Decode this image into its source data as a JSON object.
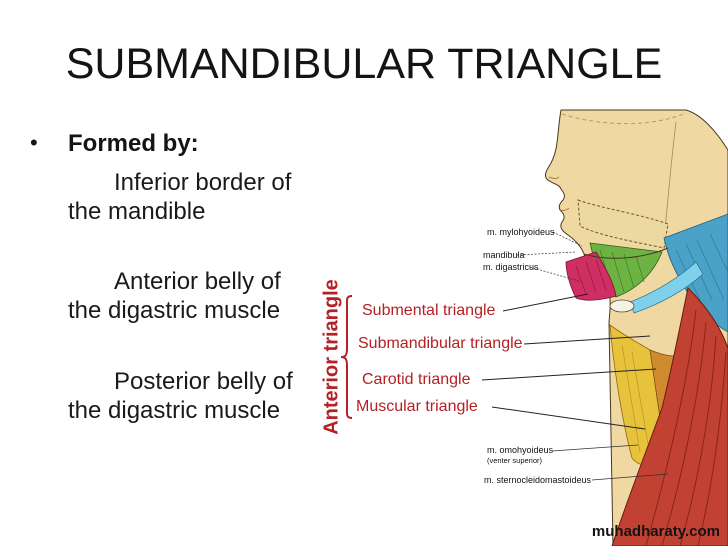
{
  "colors": {
    "accent_red": "#b52025",
    "title_color": "#141414"
  },
  "title": "SUBMANDIBULAR TRIANGLE",
  "body": {
    "bullet": "•",
    "heading": "Formed by:",
    "items": [
      {
        "line1": "Inferior border of",
        "line2": "the mandible"
      },
      {
        "line1": "Anterior belly of",
        "line2": "the digastric muscle"
      },
      {
        "line1": "Posterior belly of",
        "line2": "the digastric muscle"
      }
    ]
  },
  "labels": {
    "vertical": "Anterior triangle",
    "triangles": [
      {
        "label": "Submental triangle"
      },
      {
        "label": "Submandibular triangle"
      },
      {
        "label": "Carotid triangle"
      },
      {
        "label": "Muscular triangle"
      }
    ]
  },
  "anatomy": {
    "mylohyoideus": "m. mylohyoideus",
    "mandibula": "mandibula",
    "digastricus": "m. digastricus",
    "omohyoideus": "m. omohyoideus",
    "omohyoideus_detail": "(venter superior)",
    "sternocleidomastoideus": "m. sternocleidomastoideus"
  },
  "watermark": "muhadharaty.com"
}
